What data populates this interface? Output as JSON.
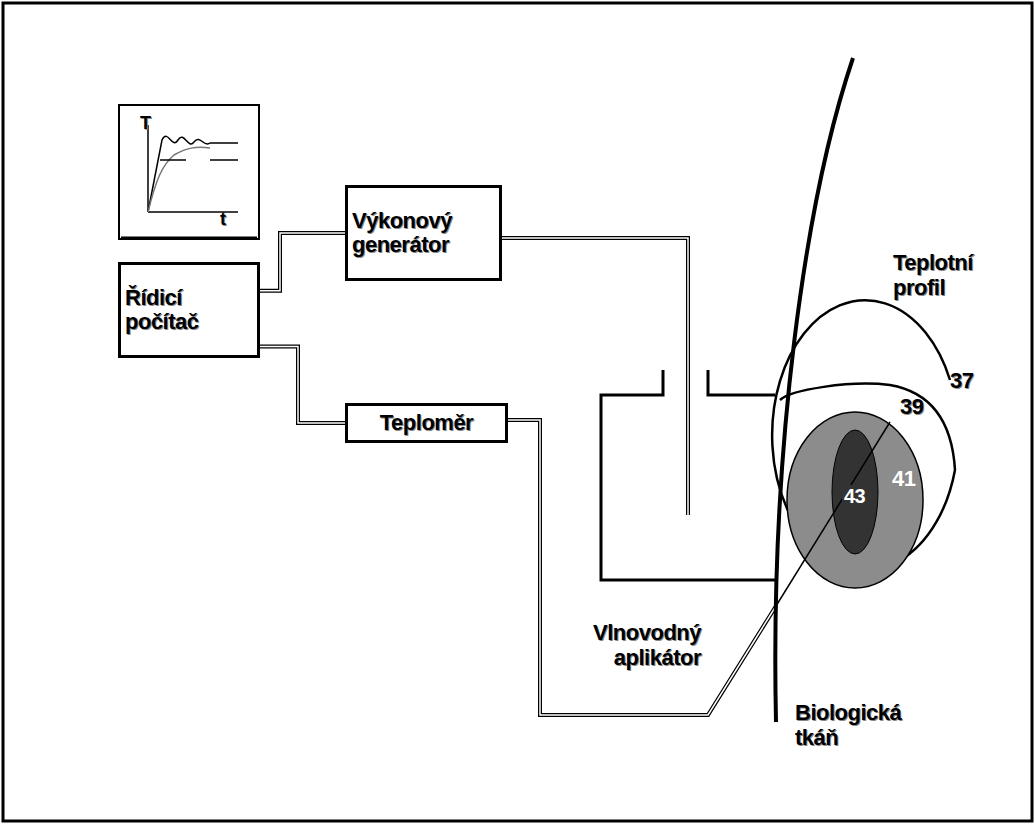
{
  "diagram": {
    "nodes": [
      {
        "text": [
          "T",
          "t"
        ]
      },
      {
        "text": [
          "Řídicí počítač"
        ]
      },
      {
        "text": [
          "Výkonový generátor"
        ]
      },
      {
        "text": [
          "Teploměr"
        ]
      }
    ],
    "edges": [
      {
        "from": 1,
        "to": 2,
        "arrow": "none"
      },
      {
        "from": 1,
        "to": 3,
        "arrow": "none"
      }
    ],
    "labels": [
      "Teplotní profil",
      "37",
      "39",
      "41",
      "43",
      "Vlnovodný aplikátor",
      "Biologická tkáň"
    ]
  }
}
